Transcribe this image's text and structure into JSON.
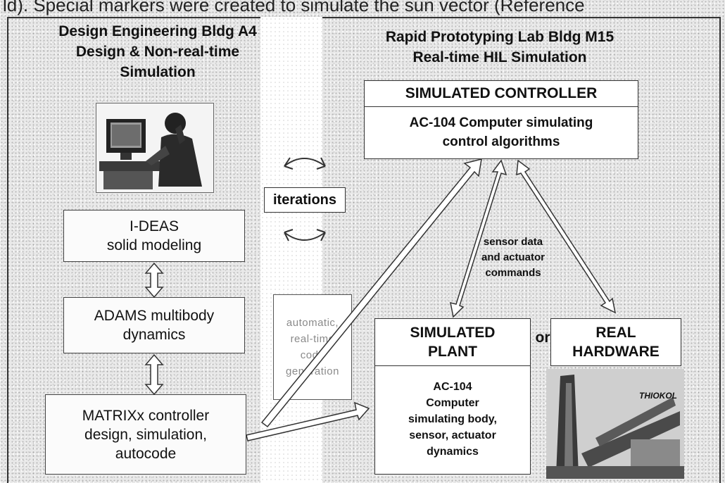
{
  "top_text": "ld). Special markers were created to simulate the sun vector (Reference",
  "left_panel": {
    "heading": [
      "Design Engineering Bldg A4",
      "Design & Non-real-time",
      "Simulation"
    ],
    "boxes": [
      {
        "lines": [
          "I-DEAS",
          "solid modeling"
        ]
      },
      {
        "lines": [
          "ADAMS multibody",
          "dynamics"
        ]
      },
      {
        "lines": [
          "MATRIXx controller",
          "design, simulation,",
          "autocode"
        ]
      }
    ]
  },
  "center": {
    "iterations": "iterations",
    "auto_codegen": [
      "automatic,",
      "real-time",
      "code",
      "generation"
    ]
  },
  "right_panel": {
    "heading": [
      "Rapid Prototyping Lab Bldg M15",
      "Real-time HIL Simulation"
    ],
    "controller": {
      "title": "SIMULATED CONTROLLER",
      "body": [
        "AC-104 Computer simulating",
        "control algorithms"
      ]
    },
    "sensor_label": [
      "sensor data",
      "and actuator",
      "commands"
    ],
    "plant": {
      "title": [
        "SIMULATED",
        "PLANT"
      ],
      "body": [
        "AC-104",
        "Computer",
        "simulating body,",
        "sensor, actuator",
        "dynamics"
      ]
    },
    "or_label": "or",
    "hardware": {
      "title": [
        "REAL",
        "HARDWARE"
      ],
      "image_text": "THIOKOL"
    }
  }
}
